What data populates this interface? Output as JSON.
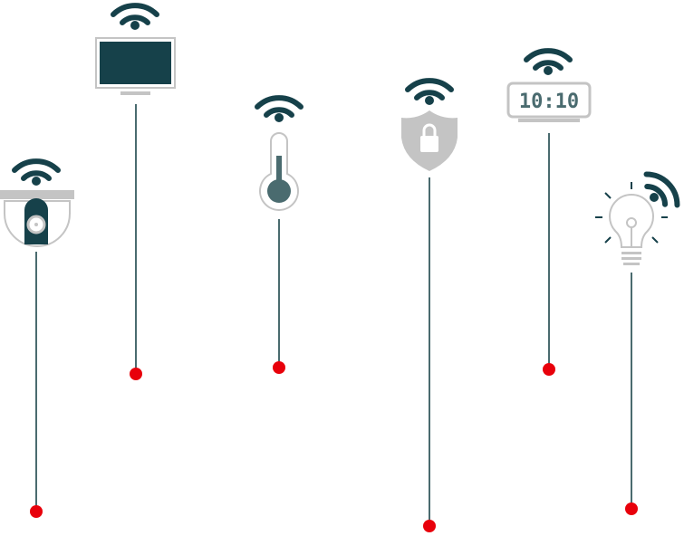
{
  "colors": {
    "dark": "#16414a",
    "stem": "#4a6b6f",
    "gray": "#c4c4c4",
    "dot": "#e8000b",
    "white": "#ffffff"
  },
  "devices": [
    {
      "id": "camera",
      "icon": "security-camera-icon"
    },
    {
      "id": "tv",
      "icon": "smart-tv-icon"
    },
    {
      "id": "thermostat",
      "icon": "thermometer-icon"
    },
    {
      "id": "security",
      "icon": "shield-lock-icon"
    },
    {
      "id": "clock",
      "icon": "digital-clock-icon",
      "display": "10:10"
    },
    {
      "id": "lighting",
      "icon": "light-bulb-icon"
    }
  ]
}
